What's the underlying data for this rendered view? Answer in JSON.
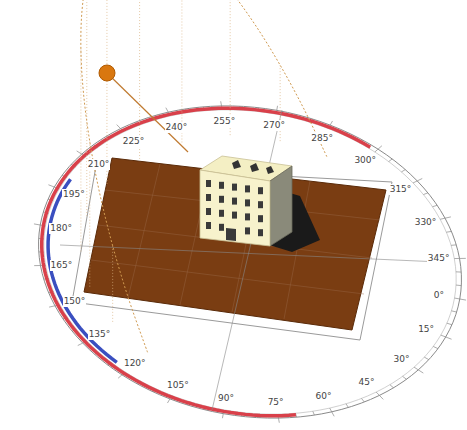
{
  "diagram": {
    "labels": [
      "0°",
      "15°",
      "30°",
      "45°",
      "60°",
      "75°",
      "90°",
      "105°",
      "120°",
      "135°",
      "150°",
      "165°",
      "180°",
      "195°",
      "210°",
      "225°",
      "240°",
      "255°",
      "270°",
      "285°",
      "300°",
      "315°",
      "330°",
      "345°"
    ]
  }
}
